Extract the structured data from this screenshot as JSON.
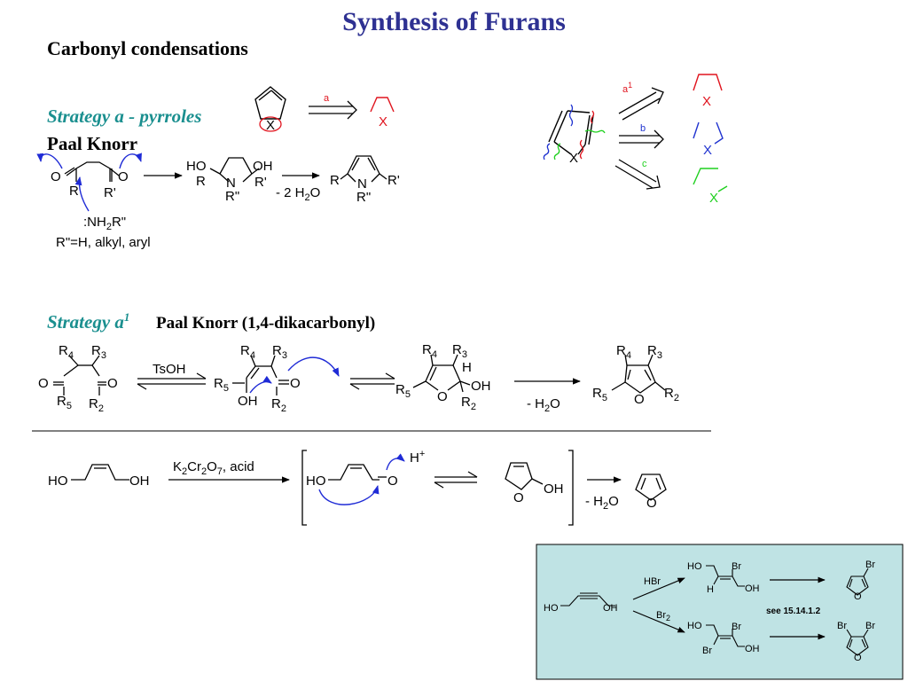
{
  "title": "Synthesis of Furans",
  "section_heading": "Carbonyl condensations",
  "strategy_a": {
    "heading": "Strategy a - pyrroles",
    "subheading": "Paal Knorr",
    "ring_label": "X",
    "arrow_label": "a",
    "fragment_label": "X",
    "substrate": {
      "o_left": "O",
      "o_right": "O",
      "r_left": "R",
      "r_right": "R'",
      "amine": ":NH",
      "amine_sub": "2",
      "amine_tail": "R\"",
      "conditions": "R\"=H, alkyl, aryl"
    },
    "intermediate": {
      "ho": "HO",
      "oh": "OH",
      "r": "R",
      "n": "N",
      "r_prime": "R'",
      "r_dprime": "R\""
    },
    "step_label": {
      "prefix": "- 2 H",
      "sub": "2",
      "suffix": "O"
    },
    "product": {
      "r": "R",
      "n": "N",
      "r_prime": "R'",
      "r_dprime": "R\""
    }
  },
  "disconnection": {
    "x_label": "X",
    "routes": [
      {
        "label": "a",
        "sup": "1",
        "fragment_label": "X",
        "color": "#e0141e"
      },
      {
        "label": "b",
        "sup": "",
        "fragment_label": "X",
        "color": "#2033d0"
      },
      {
        "label": "c",
        "sup": "",
        "fragment_label": "X",
        "color": "#1fd01f"
      }
    ]
  },
  "strategy_a1": {
    "heading_main": "Strategy a",
    "heading_sup": "1",
    "subheading": "Paal Knorr (1,4-dikacarbonyl)",
    "diketone": {
      "r4": "R",
      "r4_sub": "4",
      "r3": "R",
      "r3_sub": "3",
      "o_left": "O",
      "o_right": "O",
      "r5": "R",
      "r5_sub": "5",
      "r2": "R",
      "r2_sub": "2"
    },
    "reagent": "TsOH",
    "enol": {
      "r4": "R",
      "r4_sub": "4",
      "r3": "R",
      "r3_sub": "3",
      "r5": "R",
      "r5_sub": "5",
      "o": "O",
      "oh": "OH",
      "r2": "R",
      "r2_sub": "2"
    },
    "hemiacetal": {
      "r4": "R",
      "r4_sub": "4",
      "r3": "R",
      "r3_sub": "3",
      "h": "H",
      "r5": "R",
      "r5_sub": "5",
      "o": "O",
      "oh": "OH",
      "r2": "R",
      "r2_sub": "2"
    },
    "step_label": {
      "prefix": "- H",
      "sub": "2",
      "suffix": "O"
    },
    "furan": {
      "r4": "R",
      "r4_sub": "4",
      "r3": "R",
      "r3_sub": "3",
      "r5": "R",
      "r5_sub": "5",
      "o": "O",
      "r2": "R",
      "r2_sub": "2"
    }
  },
  "butenediol": {
    "start": {
      "ho": "HO",
      "oh": "OH"
    },
    "reagent": {
      "p1": "K",
      "s1": "2",
      "p2": "Cr",
      "s2": "2",
      "p3": "O",
      "s3": "7",
      "p4": ", acid"
    },
    "aldehyde": {
      "ho": "HO",
      "o": "O",
      "h": "H",
      "h_sup": "+"
    },
    "hemiacetal": {
      "o": "O",
      "oh": "OH"
    },
    "step_label": {
      "prefix": "- H",
      "sub": "2",
      "suffix": "O"
    },
    "furan": {
      "o": "O"
    }
  },
  "bromo_box": {
    "background": "#bfe3e4",
    "start": {
      "ho": "HO",
      "oh": "OH"
    },
    "reagent_top": "HBr",
    "reagent_bottom": {
      "main": "Br",
      "sub": "2"
    },
    "top_intermediate": {
      "ho": "HO",
      "br": "Br",
      "h": "H",
      "oh": "OH"
    },
    "bottom_intermediate": {
      "ho": "HO",
      "br_top": "Br",
      "br_bottom": "Br",
      "oh": "OH"
    },
    "note": "see 15.14.1.2",
    "top_product": {
      "br": "Br",
      "o": "O"
    },
    "bottom_product": {
      "br_left": "Br",
      "br_right": "Br",
      "o": "O"
    }
  }
}
